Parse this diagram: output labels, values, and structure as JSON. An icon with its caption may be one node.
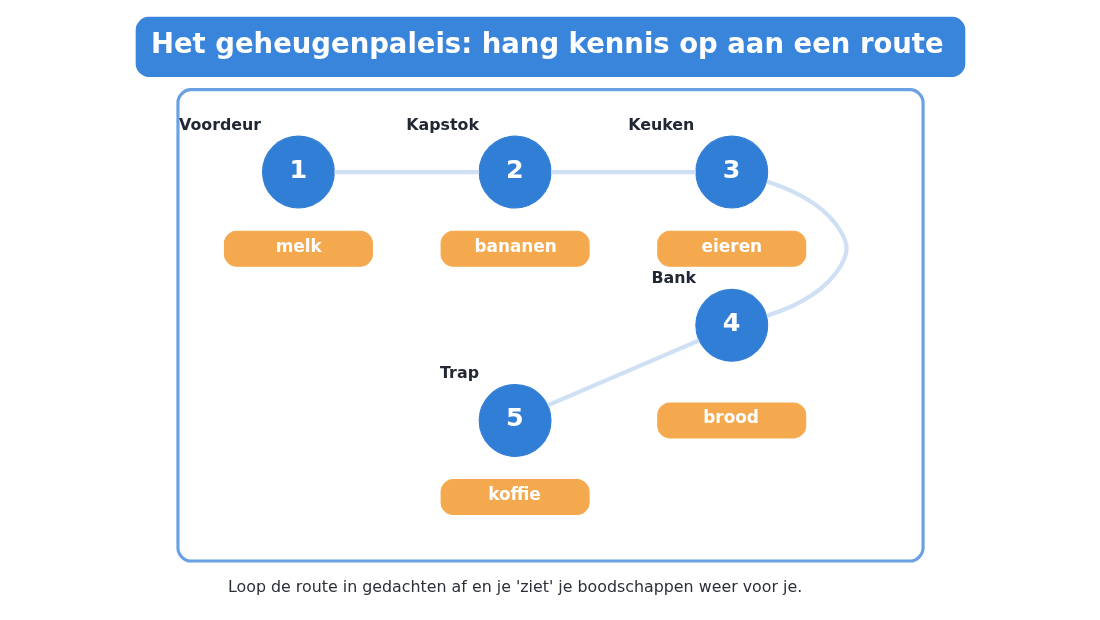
{
  "diagram": {
    "title": "Het geheugenpaleis: hang kennis op aan een route",
    "caption": "Loop de route in gedachten af en je 'ziet' je boodschappen weer voor je.",
    "nodes": [
      {
        "text": [],
        "shape": "box"
      },
      {
        "text": [
          "Voordeur",
          "1"
        ],
        "in": 0
      },
      {
        "text": [
          "melk"
        ],
        "in": 0
      },
      {
        "text": [
          "Kapstok",
          "2"
        ],
        "in": 0
      },
      {
        "text": [
          "bananen"
        ],
        "in": 0
      },
      {
        "text": [
          "Keuken",
          "3"
        ],
        "in": 0
      },
      {
        "text": [
          "eieren"
        ],
        "in": 0
      },
      {
        "text": [
          "Bank",
          "4"
        ],
        "in": 0
      },
      {
        "text": [
          "brood"
        ],
        "in": 0
      },
      {
        "text": [
          "Trap",
          "5"
        ],
        "in": 0
      },
      {
        "text": [
          "koffie"
        ],
        "in": 0
      }
    ],
    "edges": [
      {
        "from": 1,
        "to": 3,
        "arrow": "none"
      },
      {
        "from": 3,
        "to": 5,
        "arrow": "none"
      },
      {
        "from": 5,
        "to": 7,
        "arrow": "none"
      },
      {
        "from": 7,
        "to": 9,
        "arrow": "none"
      }
    ]
  }
}
